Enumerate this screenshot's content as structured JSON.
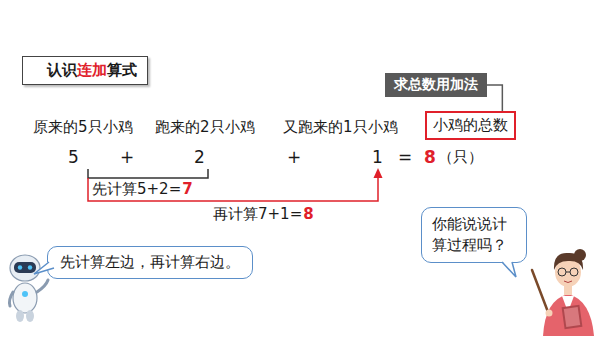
{
  "diagram": {
    "nodes": [
      {
        "text": [
          "认识",
          "连加",
          "算式"
        ]
      },
      {
        "text": [
          "求总数用加法"
        ]
      },
      {
        "text": [
          "小鸡的总数"
        ]
      },
      {
        "text": [
          "先计算左边，再计算右边。"
        ]
      },
      {
        "text": [
          "你能说说计算过程吗？"
        ]
      }
    ],
    "edges": [
      {
        "from": 1,
        "to": 2,
        "arrow": "none"
      }
    ],
    "labels": [
      "原来的5只小鸡",
      "跑来的2只小鸡",
      "又跑来的1只小鸡",
      "5",
      "+",
      "2",
      "+",
      "1",
      "=",
      "8",
      "（只）",
      "先计算5+2=",
      "7",
      "再计算7+1=",
      "8"
    ]
  }
}
